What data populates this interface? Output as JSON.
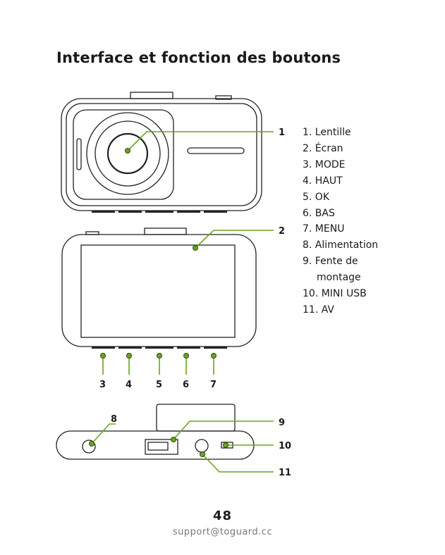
{
  "title": "Interface et fonction des boutons",
  "legend": [
    "1. Lentille",
    "2. Écran",
    "3. MODE",
    "4. HAUT",
    "5. OK",
    "6. BAS",
    "7. MENU",
    "8. Alimentation",
    "9. Fente de",
    "montage",
    "10. MINI USB",
    "11. AV"
  ],
  "callouts": [
    "1",
    "2",
    "3",
    "4",
    "5",
    "6",
    "7",
    "8",
    "9",
    "10",
    "11"
  ],
  "page_number": "48",
  "support": "support@toguard.cc",
  "colors": {
    "accent": "#6aa51c",
    "line": "#222222"
  }
}
